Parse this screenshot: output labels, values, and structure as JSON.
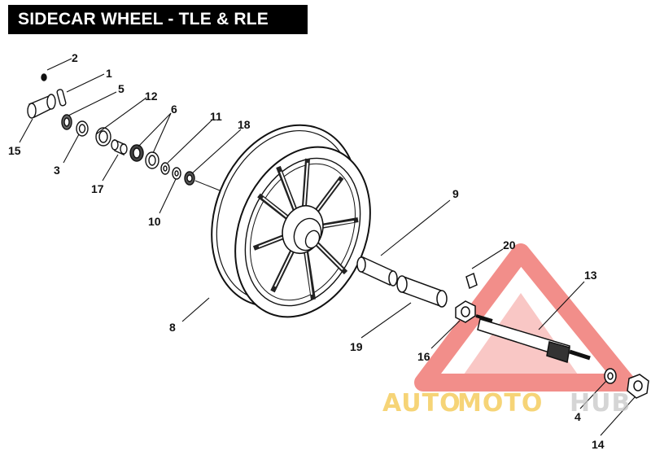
{
  "title": "SIDECAR WHEEL - TLE & RLE",
  "callouts": {
    "c1": "1",
    "c2": "2",
    "c3": "3",
    "c4": "4",
    "c5": "5",
    "c6": "6",
    "c8": "8",
    "c9": "9",
    "c10": "10",
    "c11": "11",
    "c12": "12",
    "c13": "13",
    "c14": "14",
    "c15": "15",
    "c16": "16",
    "c17": "17",
    "c18": "18",
    "c19": "19",
    "c20": "20"
  },
  "watermark": {
    "part1": "AUTO",
    "part2": "MOTO",
    "part3": "HUB",
    "color_primary": "#f3c64a",
    "color_secondary": "#c8c8c8",
    "triangle_color": "#e8332b"
  }
}
